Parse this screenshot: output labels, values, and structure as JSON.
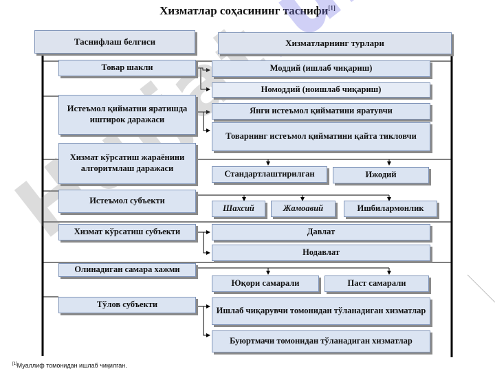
{
  "title": "Хизматлар соҳасининг таснифи",
  "title_ref": "[1]",
  "headers": {
    "left": "Таснифлаш белгиси",
    "right": "Хизматларнинг турлари"
  },
  "criteria": [
    "Товар шакли",
    "Истеъмол қийматни яратишда иштирок даражаси",
    "Хизмат кўрсатиш жараёнини алгоритмлаш даражаси",
    "Истеъмол субъекти",
    "Хизмат кўрсатиш субъекти",
    "Олинадиган самара хажми",
    "Тўлов субъекти"
  ],
  "types": {
    "material": "Моддий (ишлаб чиқариш)",
    "nonmaterial": "Номоддий (ноишлаб чиқариш)",
    "new_value": "Янги истеъмол қийматини яратувчи",
    "restore_value": "Товарнинг истеъмол қийматини қайта тикловчи",
    "standard": "Стандартлаштирилган",
    "creative": "Ижодий",
    "personal": "Шахсий",
    "collective": "Жамоавий",
    "business": "Ишбилармонлик",
    "state": "Давлат",
    "nonstate": "Нодавлат",
    "high": "Юқори самарали",
    "low": "Паст самарали",
    "producer_paid": "Ишлаб чиқарувчи томонидан тўланадиган хизматлар",
    "customer_paid": "Буюртмачи томонидан тўланадиган хизматлар"
  },
  "watermark": {
    "main": "Hujjat",
    "accent": ".uz"
  },
  "footnote": {
    "ref": "[1]",
    "text": "Муаллиф томонидан ишлаб чиқилган."
  }
}
